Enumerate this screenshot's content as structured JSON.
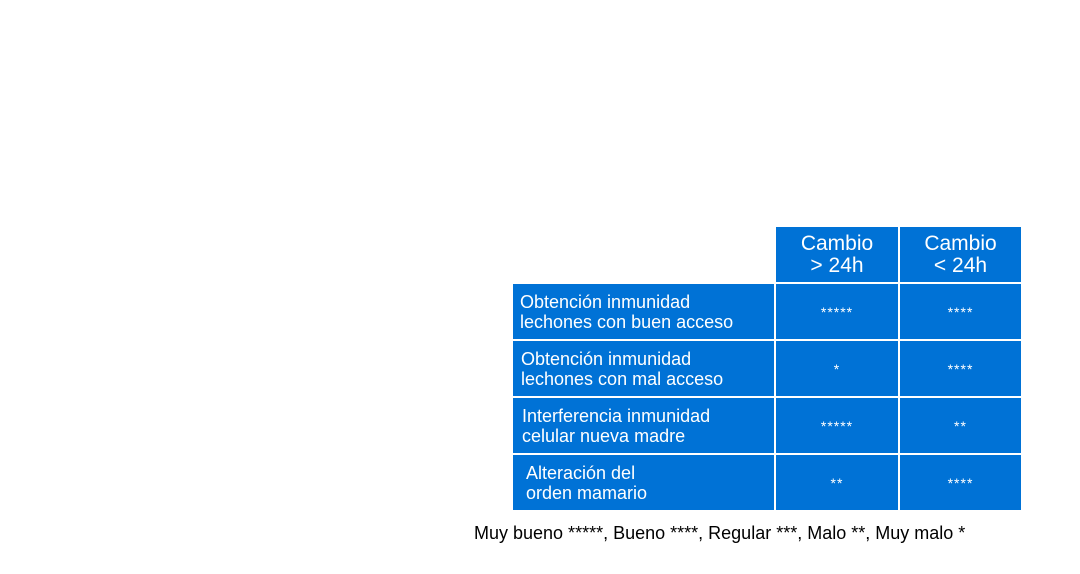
{
  "table": {
    "columns": [
      "Cambio\n> 24h",
      "Cambio\n< 24h"
    ],
    "rows": [
      {
        "label": "Obtención inmunidad\nlechones con buen acceso",
        "values": [
          "*****",
          "****"
        ]
      },
      {
        "label": "Obtención inmunidad\nlechones con mal acceso",
        "values": [
          "*",
          "****"
        ]
      },
      {
        "label": "Interferencia inmunidad\ncelular nueva madre",
        "values": [
          "*****",
          "**"
        ]
      },
      {
        "label": "Alteración del\norden mamario",
        "values": [
          "**",
          "****"
        ]
      }
    ],
    "cell_color": "#0072d6",
    "text_color": "#ffffff"
  },
  "legend": {
    "text": "Muy bueno *****, Bueno ****, Regular ***, Malo **, Muy malo *"
  }
}
